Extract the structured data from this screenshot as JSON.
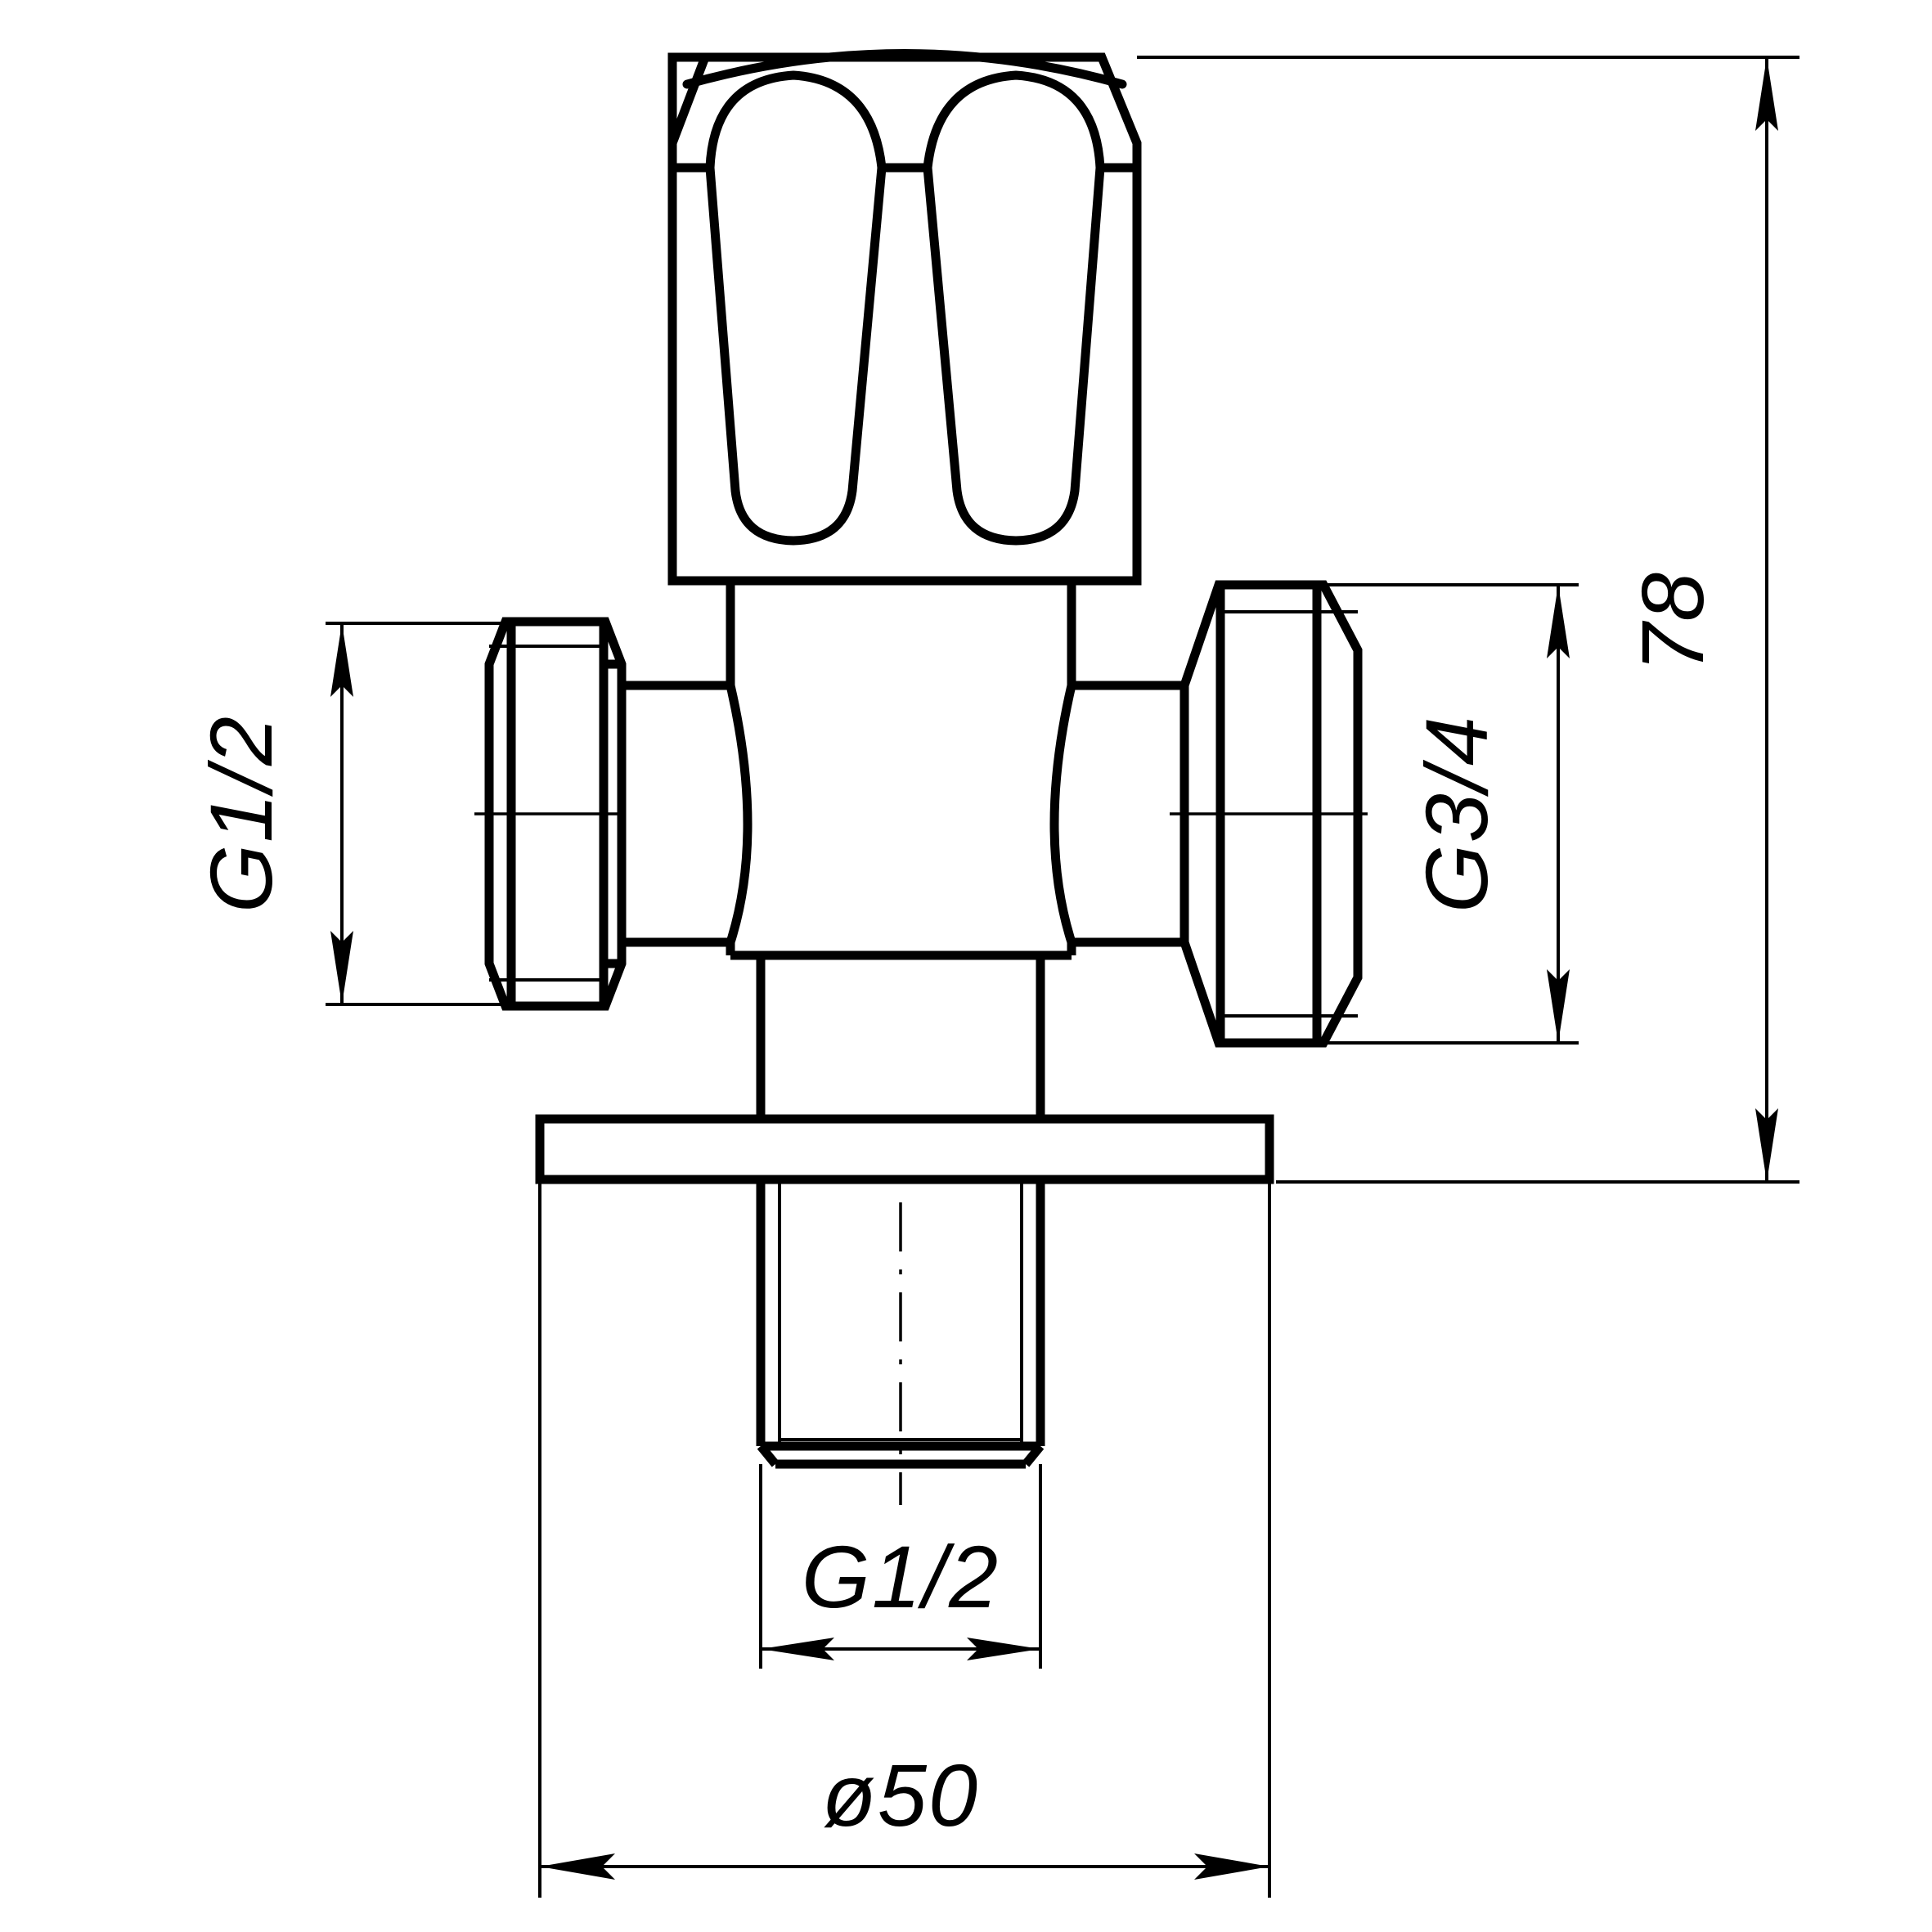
{
  "drawing": {
    "title": "Angle valve technical drawing",
    "type": "engineering-dimension-drawing",
    "units": "mm",
    "line_color": "#000000",
    "background_color": "#ffffff",
    "dimensions": {
      "overall_height": {
        "label": "78",
        "orientation": "vertical",
        "position": "right",
        "text_rotation_deg": -90
      },
      "left_port_thread": {
        "label": "G1/2",
        "orientation": "vertical",
        "position": "left",
        "text_rotation_deg": -90
      },
      "right_port_thread": {
        "label": "G3/4",
        "orientation": "vertical",
        "position": "right",
        "text_rotation_deg": -90
      },
      "bottom_spigot_thread": {
        "label": "G1/2",
        "orientation": "horizontal",
        "position": "bottom-center",
        "text_rotation_deg": 0
      },
      "flange_diameter": {
        "label": "ø50",
        "orientation": "horizontal",
        "position": "bottom",
        "text_rotation_deg": 0
      }
    },
    "parts": [
      {
        "name": "handle-knob",
        "description": "fluted valve handle with two rounded flutes"
      },
      {
        "name": "valve-body",
        "description": "central body with concave waisted sides"
      },
      {
        "name": "left-hex-nut",
        "description": "left hexagonal union nut, G1/2 thread"
      },
      {
        "name": "right-hex-nut",
        "description": "right hexagonal union nut, G3/4 thread"
      },
      {
        "name": "escutcheon-flange",
        "description": "flat round flange, diameter 50"
      },
      {
        "name": "bottom-threaded-spigot",
        "description": "bottom male threaded spigot, G1/2"
      }
    ]
  }
}
